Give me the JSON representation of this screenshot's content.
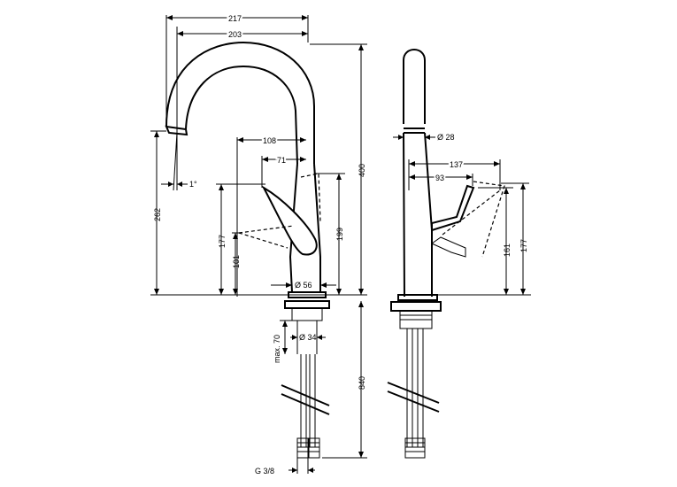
{
  "dimensions": {
    "d217": "217",
    "d203": "203",
    "d108": "108",
    "d71": "71",
    "d400": "400",
    "d262": "262",
    "d177_left": "177",
    "d101": "101",
    "d199": "199",
    "d56": "Ø 56",
    "d1deg": "1°",
    "d70": "max. 70",
    "d34": "Ø 34",
    "d840": "840",
    "g38": "G 3/8",
    "d28": "Ø 28",
    "d137": "137",
    "d93": "93",
    "d161": "161",
    "d177_right": "177"
  }
}
